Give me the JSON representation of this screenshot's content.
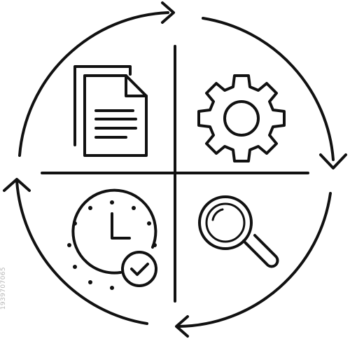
{
  "diagram": {
    "type": "cycle",
    "line_color": "#111111",
    "background": "#ffffff",
    "quadrants": [
      {
        "position": "top-left",
        "icon": "document-icon"
      },
      {
        "position": "top-right",
        "icon": "gear-icon"
      },
      {
        "position": "bottom-right",
        "icon": "magnifying-glass-icon"
      },
      {
        "position": "bottom-left",
        "icon": "clock-check-icon"
      }
    ],
    "cycle_direction": "clockwise"
  },
  "watermark": {
    "text": "1939707065"
  }
}
